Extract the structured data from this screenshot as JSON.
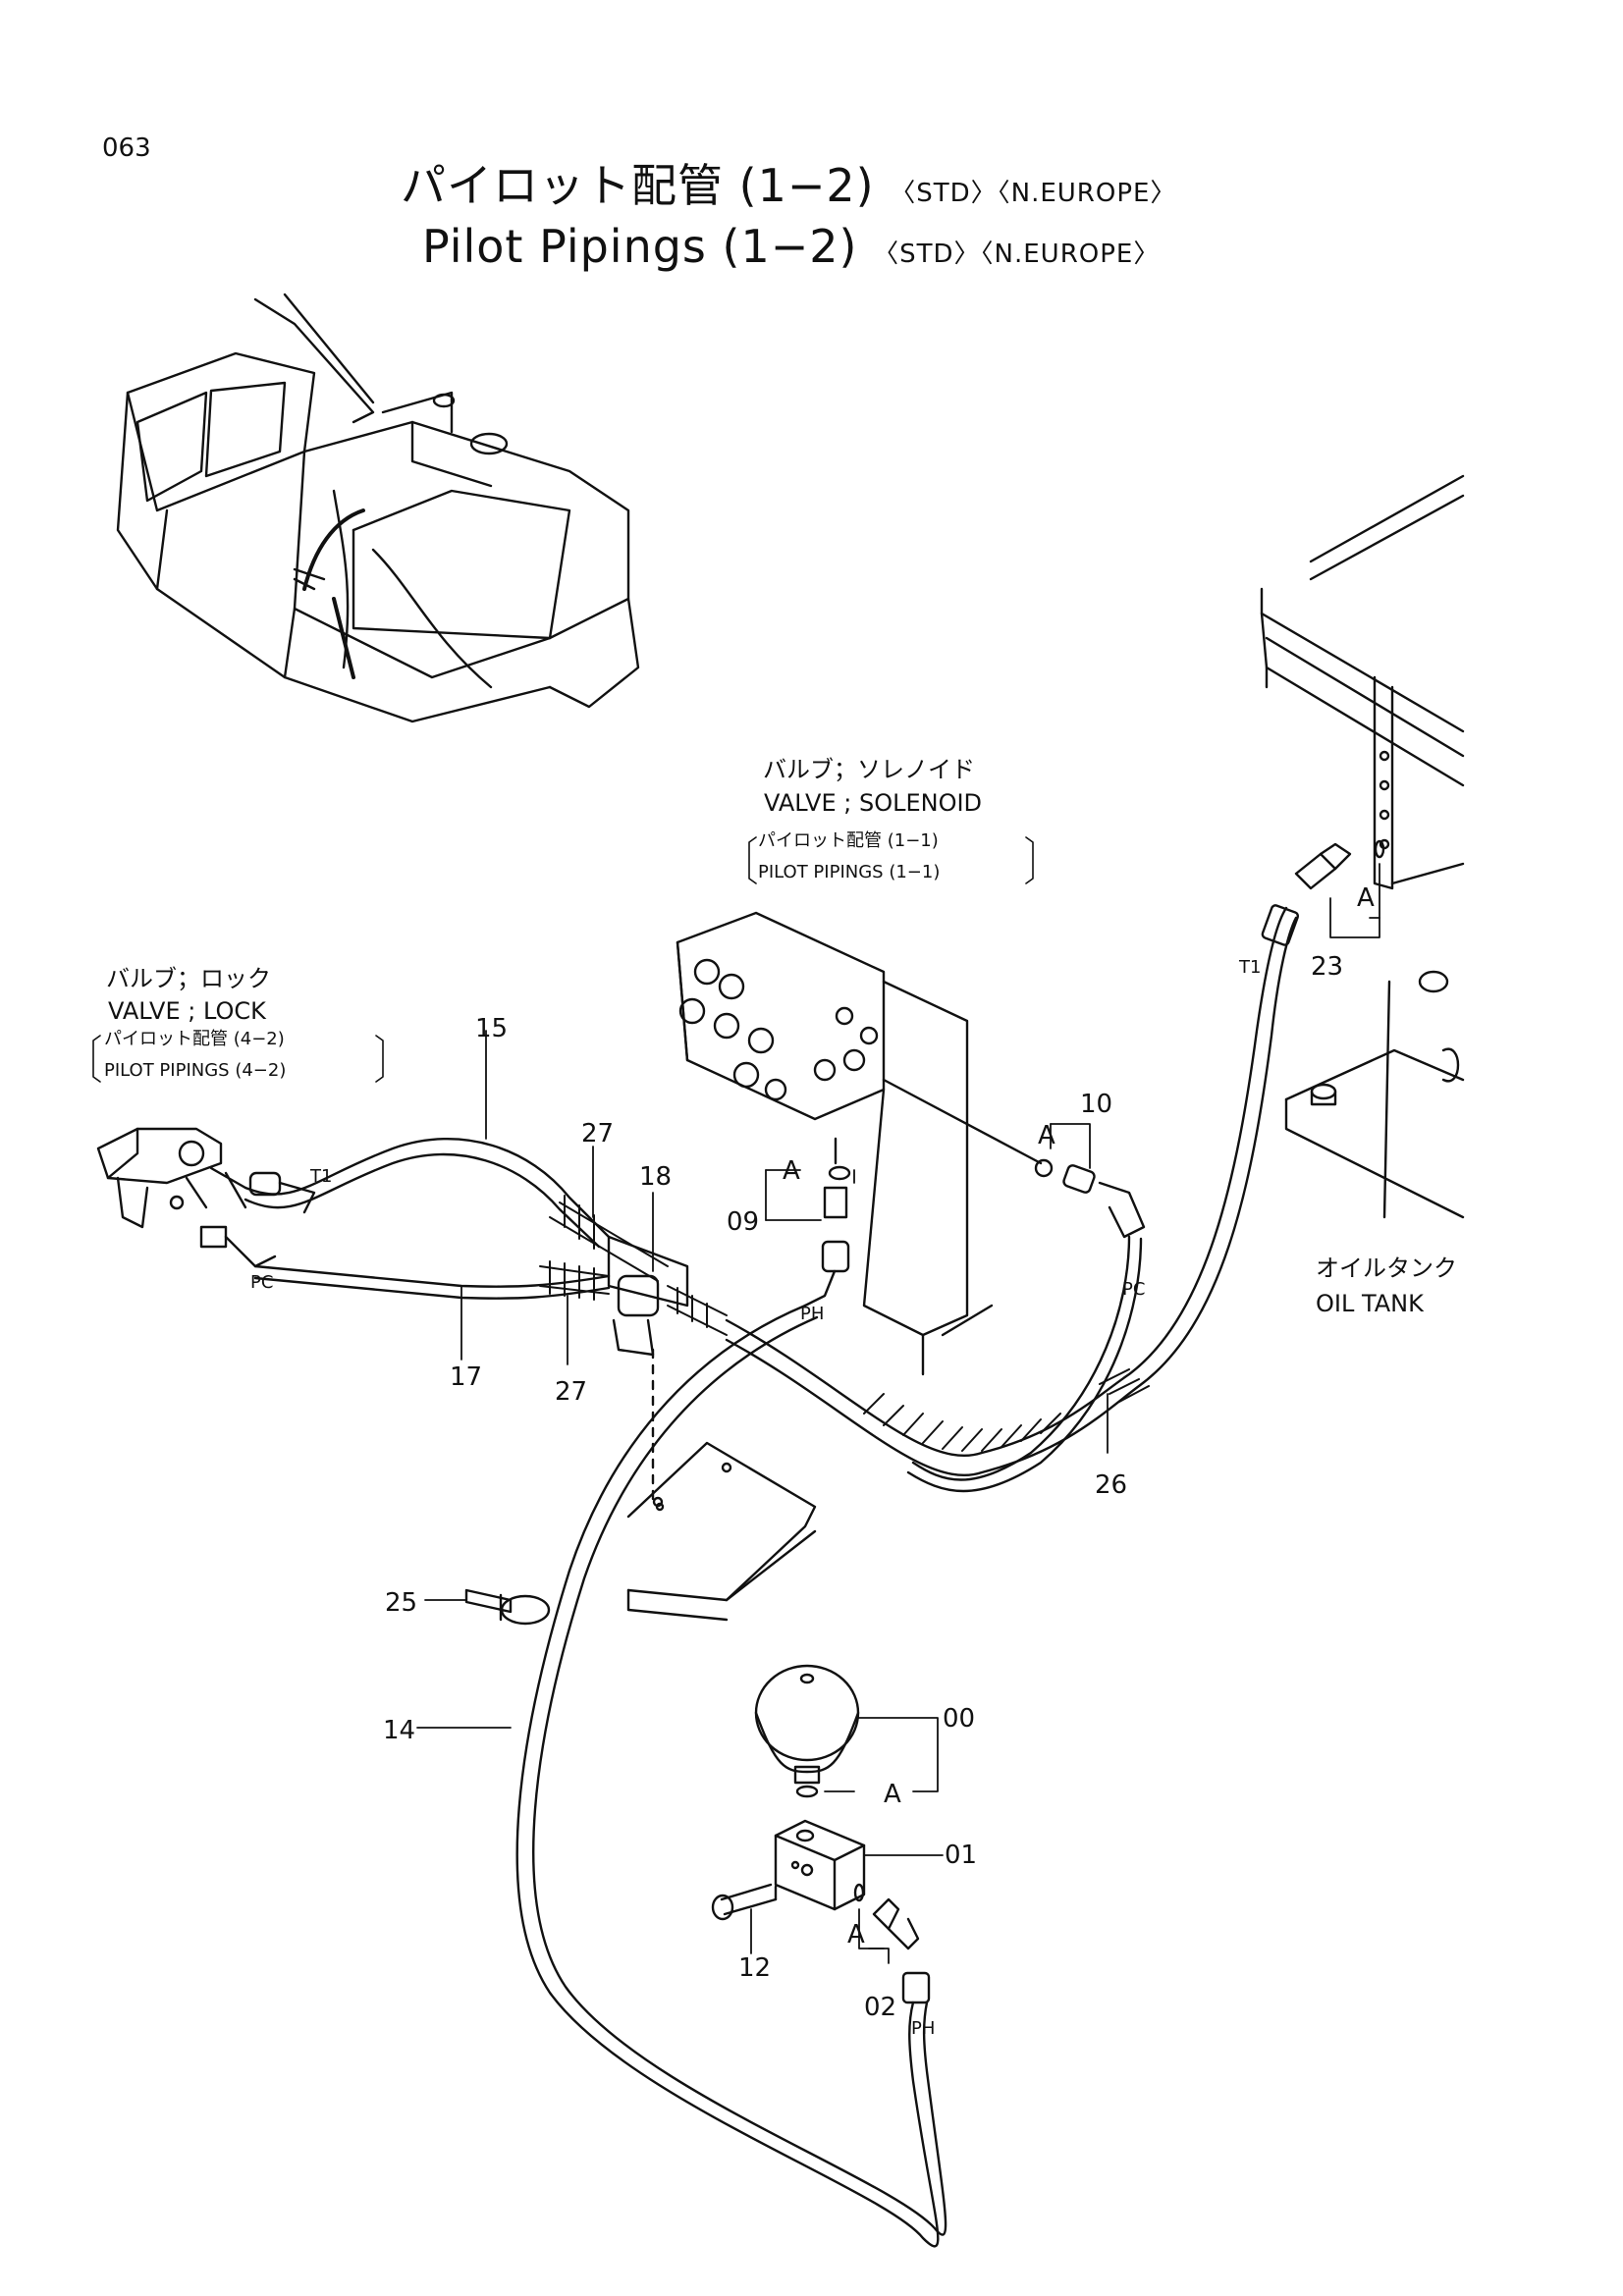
{
  "header": {
    "page_number": "063",
    "title_jp": "パイロット配管 (1−2)",
    "title_en": "Pilot Pipings (1−2)",
    "tags_jp": "〈STD〉〈N.EUROPE〉",
    "tags_en": "〈STD〉〈N.EUROPE〉"
  },
  "callouts": {
    "solenoid_valve": {
      "jp": "バルブ；ソレノイド",
      "en": "VALVE ; SOLENOID",
      "ref_jp": "パイロット配管 (1−1)",
      "ref_en": "PILOT  PIPINGS (1−1)"
    },
    "lock_valve": {
      "jp": "バルブ；ロック",
      "en": "VALVE ; LOCK",
      "ref_jp": "パイロット配管 (4−2)",
      "ref_en": "PILOT  PIPINGS (4−2)"
    },
    "oil_tank": {
      "jp": "オイルタンク",
      "en": "OIL  TANK"
    }
  },
  "part_numbers": [
    "15",
    "27",
    "18",
    "09",
    "10",
    "23",
    "17",
    "27",
    "26",
    "25",
    "14",
    "00",
    "01",
    "12",
    "02"
  ],
  "port_labels": [
    "T1",
    "PC",
    "PH",
    "PC",
    "T1",
    "PH"
  ],
  "o_ring_labels": [
    "A",
    "A",
    "A",
    "A",
    "A"
  ],
  "icons": [
    "excavator-overview",
    "solenoid-valve",
    "lock-valve",
    "oil-tank",
    "accumulator",
    "manifold-block"
  ]
}
